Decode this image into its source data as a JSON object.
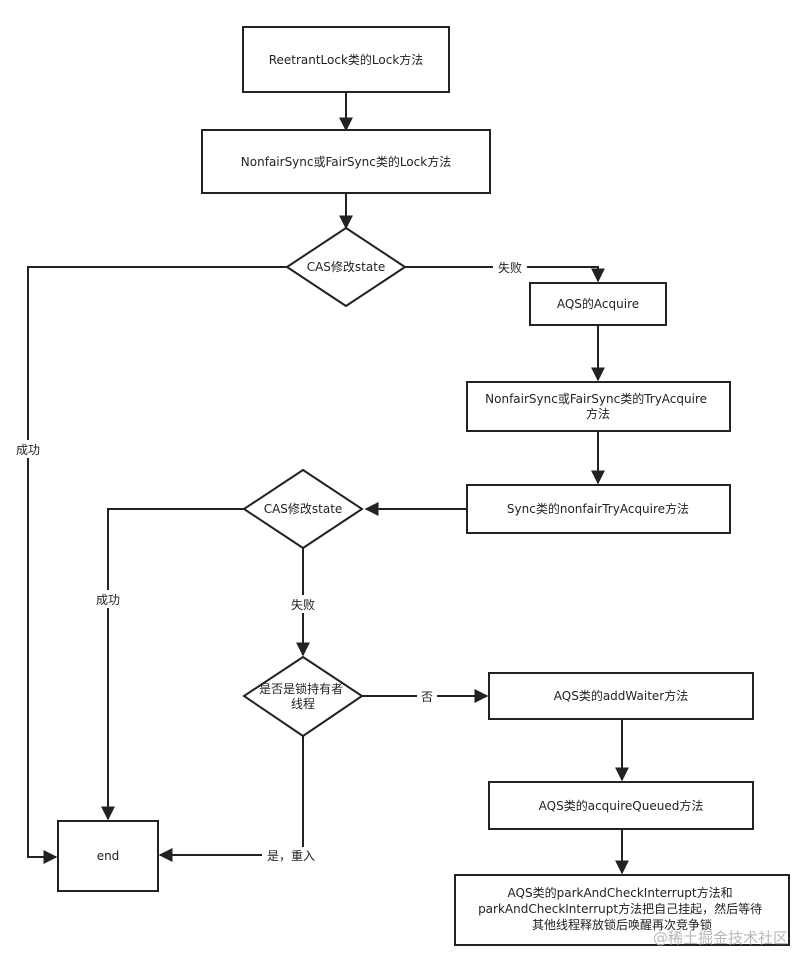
{
  "nodes": {
    "reentrant_lock": "ReetrantLock类的Lock方法",
    "sync_lock": "NonfairSync或FairSync类的Lock方法",
    "cas_1": "CAS修改state",
    "aqs_acquire": "AQS的Acquire",
    "try_acquire": [
      "NonfairSync或FairSync类的TryAcquire",
      "方法"
    ],
    "nonfair_try_acquire": "Sync类的nonfairTryAcquire方法",
    "cas_2": "CAS修改state",
    "is_owner": [
      "是否是锁持有者",
      "线程"
    ],
    "add_waiter": "AQS类的addWaiter方法",
    "acquire_queued": "AQS类的acquireQueued方法",
    "end": "end",
    "park": [
      "AQS类的parkAndCheckInterrupt方法和",
      "parkAndCheckInterrupt方法把自己挂起，然后等待",
      "其他线程释放锁后唤醒再次竞争锁"
    ]
  },
  "edge_labels": {
    "cas1_fail": "失败",
    "cas1_success": "成功",
    "cas2_success": "成功",
    "cas2_fail": "失败",
    "owner_no": "否",
    "owner_yes": "是，重入"
  },
  "watermark": "@稀土掘金技术社区",
  "colors": {
    "stroke": "#222222",
    "background": "#ffffff",
    "watermark": "#b8b8b8"
  }
}
